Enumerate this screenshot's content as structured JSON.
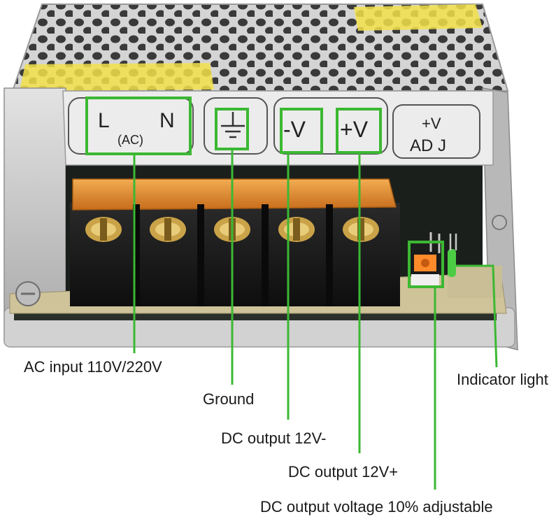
{
  "terminal_labels": {
    "live": "L",
    "neutral": "N",
    "ac": "(AC)",
    "ground_symbol": "ground-symbol",
    "minus_v": "-V",
    "plus_v": "+V",
    "adj_top": "+V",
    "adj_bottom": "AD J"
  },
  "callouts": {
    "ac_input": "AC input 110V/220V",
    "ground": "Ground",
    "dc_minus": "DC output 12V-",
    "dc_plus": "DC output 12V+",
    "voltage_adjust": "DC output voltage 10% adjustable",
    "indicator": "Indicator light"
  },
  "colors": {
    "highlight": "#3cb833",
    "leader": "#3cb833",
    "terminal_block": "#1e1e1e",
    "cover": "#ff9a2e",
    "label_plate": "#eeeeee",
    "case": "#c9c9c9",
    "pcb": "#2e5a3a",
    "led": "#4ccc44"
  }
}
